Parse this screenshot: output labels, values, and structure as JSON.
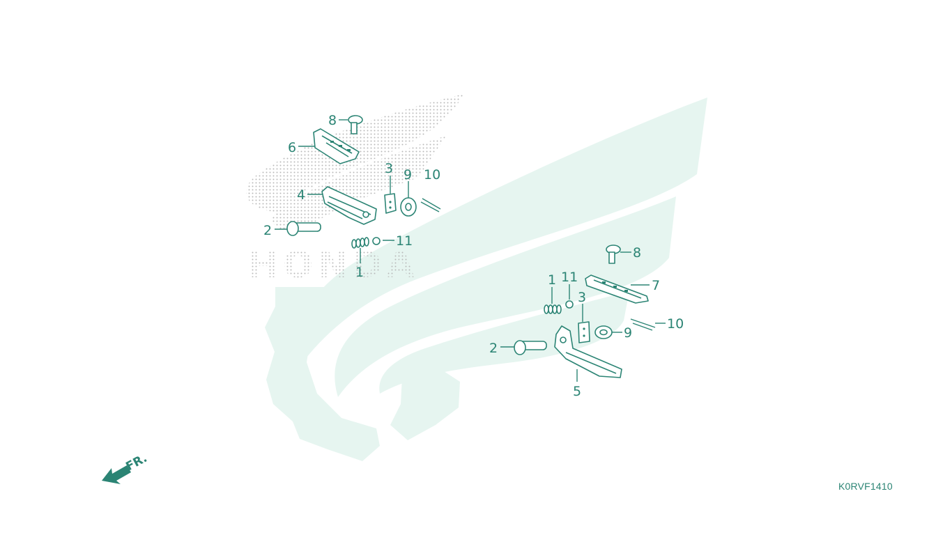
{
  "diagram": {
    "code": "K0RVF1410",
    "direction_label": "FR.",
    "colors": {
      "line": "#2b8474",
      "watermark_green": "#e6f5f0",
      "watermark_dots": "#b9b9b9",
      "background": "#ffffff"
    },
    "watermark_text": "HONDA",
    "callouts": {
      "left": {
        "c8": "8",
        "c6": "6",
        "c3": "3",
        "c9": "9",
        "c10": "10",
        "c4": "4",
        "c2": "2",
        "c11": "11",
        "c1": "1"
      },
      "right": {
        "c8": "8",
        "c11": "11",
        "c1": "1",
        "c7": "7",
        "c3": "3",
        "c10": "10",
        "c2": "2",
        "c9": "9",
        "c5": "5"
      }
    }
  }
}
